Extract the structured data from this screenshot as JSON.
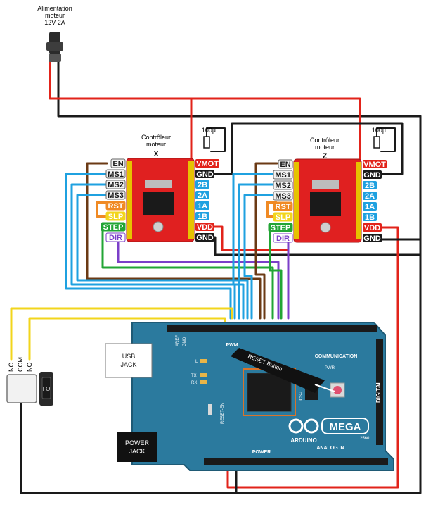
{
  "power_supply": {
    "line1": "Alimentation",
    "line2": "moteur",
    "line3": "12V 2A"
  },
  "driver_x": {
    "line1": "Contrôleur",
    "line2": "moteur",
    "axis": "X",
    "capacitor": "100µ"
  },
  "driver_z": {
    "line1": "Contrôleur",
    "line2": "moteur",
    "axis": "Z",
    "capacitor": "100µ"
  },
  "left_pins": [
    "EN",
    "MS1",
    "MS2",
    "MS3",
    "RST",
    "SLP",
    "STEP",
    "DIR"
  ],
  "right_pins": [
    "VMOT",
    "GND",
    "2B",
    "2A",
    "1A",
    "1B",
    "VDD",
    "GND"
  ],
  "switch": {
    "nc": "NC",
    "com": "COM",
    "no": "NO"
  },
  "arduino": {
    "usb_jack": "USB JACK",
    "power_jack_1": "POWER",
    "power_jack_2": "JACK",
    "reset_button": "RESET Button",
    "pwm": "PWM",
    "communication": "COMMUNICATION",
    "digital": "DIGITAL",
    "analog_in": "ANALOG IN",
    "power": "POWER",
    "brand": "ARDUINO",
    "model": "MEGA",
    "model_number": "2560",
    "icsp": "ICSP",
    "pwr_led": "PWR",
    "led_l": "L",
    "led_tx": "TX",
    "led_rx": "RX",
    "reset_en": "RESET-EN",
    "aref": "AREF",
    "gnd": "GND"
  },
  "colors": {
    "red_wire": "#e2231a",
    "black_wire": "#1a1a1a",
    "brown_wire": "#6b3a14",
    "blue_wire": "#1fa1e0",
    "green_wire": "#22a535",
    "purple_wire": "#7b3fc9",
    "yellow_wire": "#f2d51c",
    "board": "#2b7a9e",
    "driver_board": "#e02020"
  }
}
